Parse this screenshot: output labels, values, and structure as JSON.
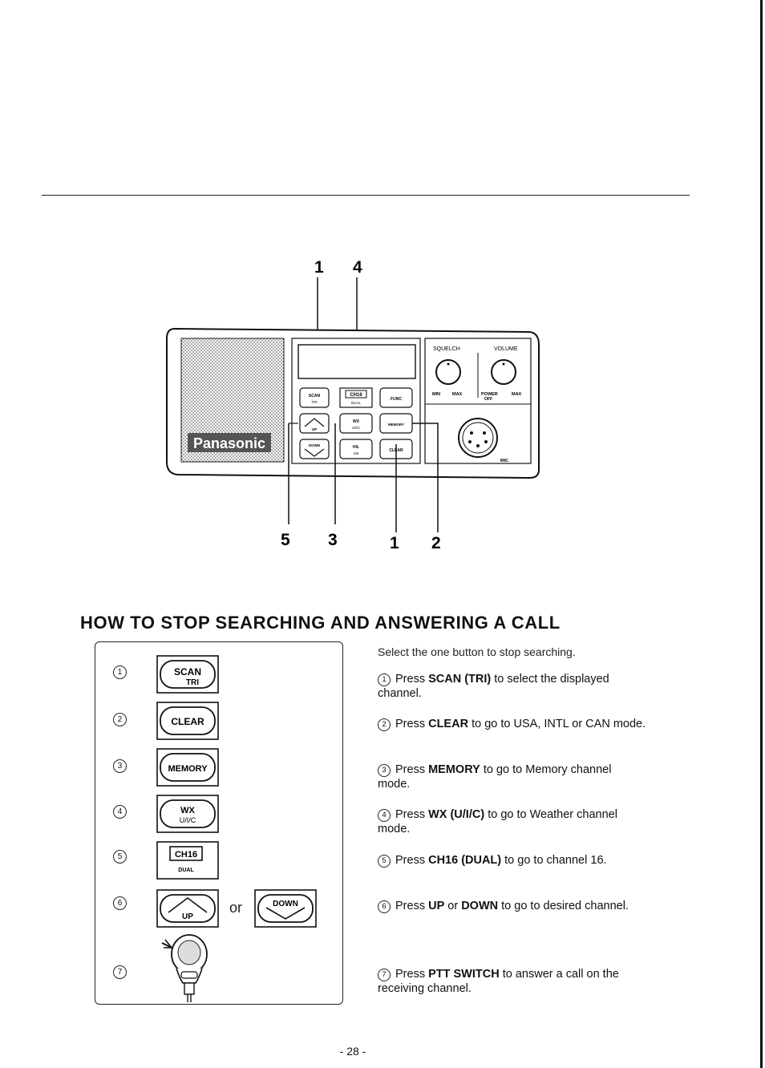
{
  "diagram": {
    "brand": "Panasonic",
    "labels": {
      "squelch": "SQUELCH",
      "volume": "VOLUME",
      "min": "MIN",
      "max": "MAX",
      "power_off_1": "POWER",
      "power_off_2": "OFF",
      "max2": "MAX",
      "mic": "MIC"
    },
    "key_labels": {
      "scan": "SCAN",
      "tri": "TRI",
      "ch16": "CH16",
      "dual": "DUAL",
      "func": "FUNC",
      "up": "UP",
      "wx": "WX",
      "uic": "U/I/C",
      "memory": "MEMORY",
      "down": "DOWN",
      "hl": "H/L",
      "hl_sub": "1W",
      "clear": "CLEAR"
    },
    "callouts_top": [
      "1",
      "4"
    ],
    "callouts_bottom": [
      "5",
      "3",
      "1",
      "2"
    ]
  },
  "section": {
    "heading": "HOW TO STOP SEARCHING AND ANSWERING A CALL",
    "intro": "Select the one button to stop searching."
  },
  "panel": {
    "numbers": [
      "1",
      "2",
      "3",
      "4",
      "5",
      "6",
      "7"
    ],
    "buttons": {
      "scan": "SCAN",
      "tri": "TRI",
      "clear": "CLEAR",
      "memory": "MEMORY",
      "wx": "WX",
      "uic": "U/I/C",
      "ch16": "CH16",
      "dual": "DUAL",
      "up": "UP",
      "down": "DOWN"
    },
    "or": "or"
  },
  "steps": [
    {
      "num": "1",
      "pre": "Press ",
      "key": "SCAN (TRI)",
      "post": " to select the displayed channel."
    },
    {
      "num": "2",
      "pre": "Press ",
      "key": "CLEAR",
      "post": " to go to USA, INTL or CAN mode."
    },
    {
      "num": "3",
      "pre": "Press ",
      "key": "MEMORY",
      "post": " to go to Memory channel mode."
    },
    {
      "num": "4",
      "pre": "Press ",
      "key": "WX (U/I/C)",
      "post": " to go to Weather channel mode."
    },
    {
      "num": "5",
      "pre": "Press ",
      "key": "CH16 (DUAL)",
      "post": " to go to channel 16."
    },
    {
      "num": "6",
      "pre": "Press ",
      "key": "UP",
      "mid": " or ",
      "key2": "DOWN",
      "post": " to go to desired channel."
    },
    {
      "num": "7",
      "pre": "Press ",
      "key": "PTT SWITCH",
      "post": " to answer a call on the receiving channel."
    }
  ],
  "footer": {
    "page": "- 28 -"
  }
}
